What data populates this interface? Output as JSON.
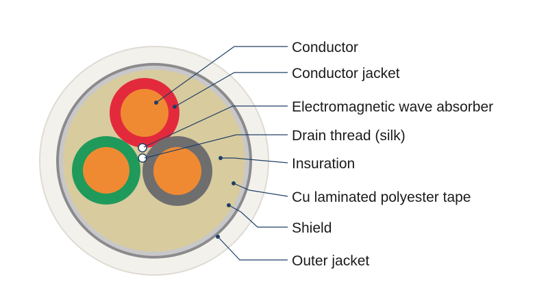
{
  "colors": {
    "outer_jacket": "#f3f1ec",
    "shield": "#8b8b8e",
    "tape": "#c8c8ca",
    "insulation": "#d8cb9e",
    "conductor": "#ef8a33",
    "jacket_red": "#e32a3c",
    "jacket_green": "#1f9a5a",
    "jacket_gray": "#6f6e6f",
    "leader": "#1f3f66",
    "dot": "#1f3f66"
  },
  "labels": [
    {
      "id": "conductor",
      "text": "Conductor"
    },
    {
      "id": "conductor-jacket",
      "text": "Conductor jacket"
    },
    {
      "id": "absorber",
      "text": "Electromagnetic wave absorber"
    },
    {
      "id": "drain-thread",
      "text": "Drain thread (silk)"
    },
    {
      "id": "insulation",
      "text": "Insuration"
    },
    {
      "id": "tape",
      "text": "Cu laminated polyester tape"
    },
    {
      "id": "shield",
      "text": "Shield"
    },
    {
      "id": "outer-jacket",
      "text": "Outer jacket"
    }
  ]
}
